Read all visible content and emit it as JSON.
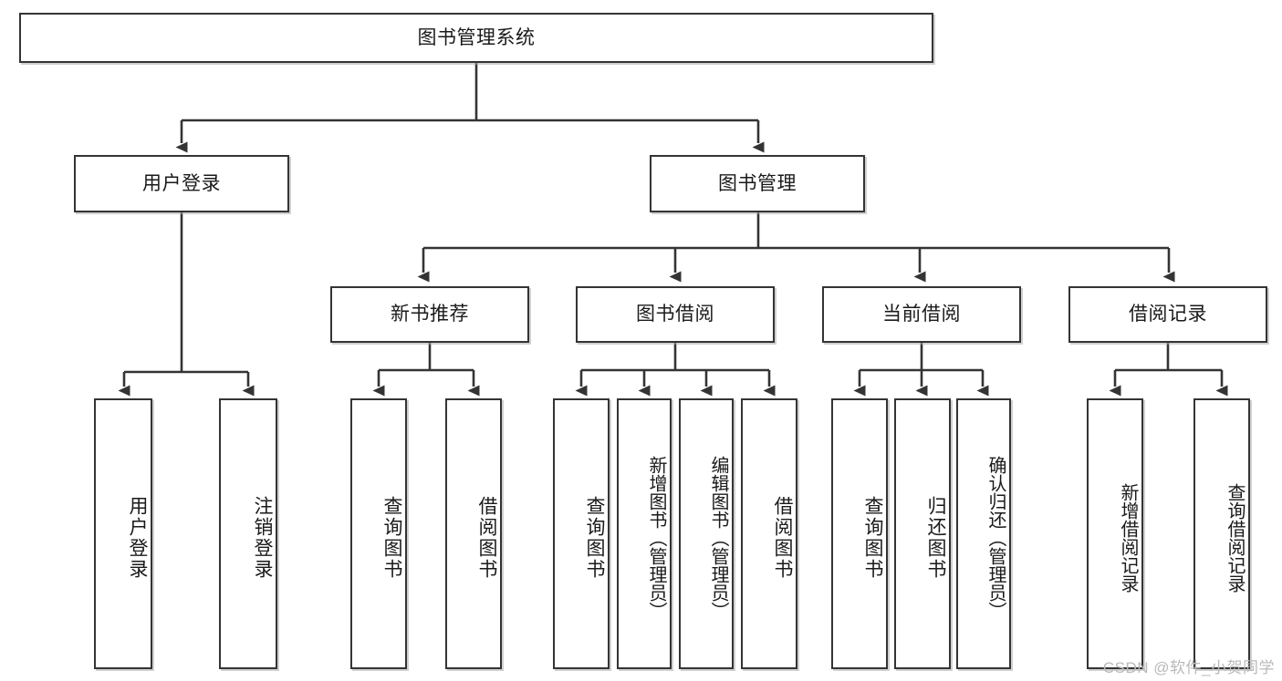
{
  "diagram": {
    "title": "图书管理系统",
    "type": "hierarchy-tree",
    "orientation": "top-down",
    "levels": 4,
    "root": {
      "id": "root",
      "label": "图书管理系统"
    },
    "level2": [
      {
        "id": "user-login",
        "label": "用户登录"
      },
      {
        "id": "book-management",
        "label": "图书管理"
      }
    ],
    "level3": [
      {
        "id": "new-book-recommend",
        "label": "新书推荐",
        "parent": "book-management"
      },
      {
        "id": "book-borrow",
        "label": "图书借阅",
        "parent": "book-management"
      },
      {
        "id": "current-borrow",
        "label": "当前借阅",
        "parent": "book-management"
      },
      {
        "id": "borrow-record",
        "label": "借阅记录",
        "parent": "book-management"
      }
    ],
    "leaves": [
      {
        "id": "leaf-user-login",
        "label": "用户登录",
        "parent": "user-login"
      },
      {
        "id": "leaf-logout-login",
        "label": "注销登录",
        "parent": "user-login"
      },
      {
        "id": "leaf-query-book-1",
        "label": "查询图书",
        "parent": "new-book-recommend"
      },
      {
        "id": "leaf-borrow-book-1",
        "label": "借阅图书",
        "parent": "new-book-recommend"
      },
      {
        "id": "leaf-query-book-2",
        "label": "查询图书",
        "parent": "book-borrow"
      },
      {
        "id": "leaf-add-book",
        "label": "新增图书（管理员）",
        "parent": "book-borrow"
      },
      {
        "id": "leaf-edit-book",
        "label": "编辑图书（管理员）",
        "parent": "book-borrow"
      },
      {
        "id": "leaf-borrow-book-2",
        "label": "借阅图书",
        "parent": "book-borrow"
      },
      {
        "id": "leaf-query-book-3",
        "label": "查询图书",
        "parent": "current-borrow"
      },
      {
        "id": "leaf-return-book",
        "label": "归还图书",
        "parent": "current-borrow"
      },
      {
        "id": "leaf-confirm-return",
        "label": "确认归还（管理员）",
        "parent": "current-borrow"
      },
      {
        "id": "leaf-add-record",
        "label": "新增借阅记录",
        "parent": "borrow-record"
      },
      {
        "id": "leaf-query-record",
        "label": "查询借阅记录",
        "parent": "borrow-record"
      }
    ],
    "colors": {
      "stroke": "#343434",
      "fill": "#ffffff",
      "text": "#1a1a1a",
      "watermark": "#b9b9b9"
    }
  },
  "watermark": {
    "text": "CSDN @软件_小贺同学"
  }
}
